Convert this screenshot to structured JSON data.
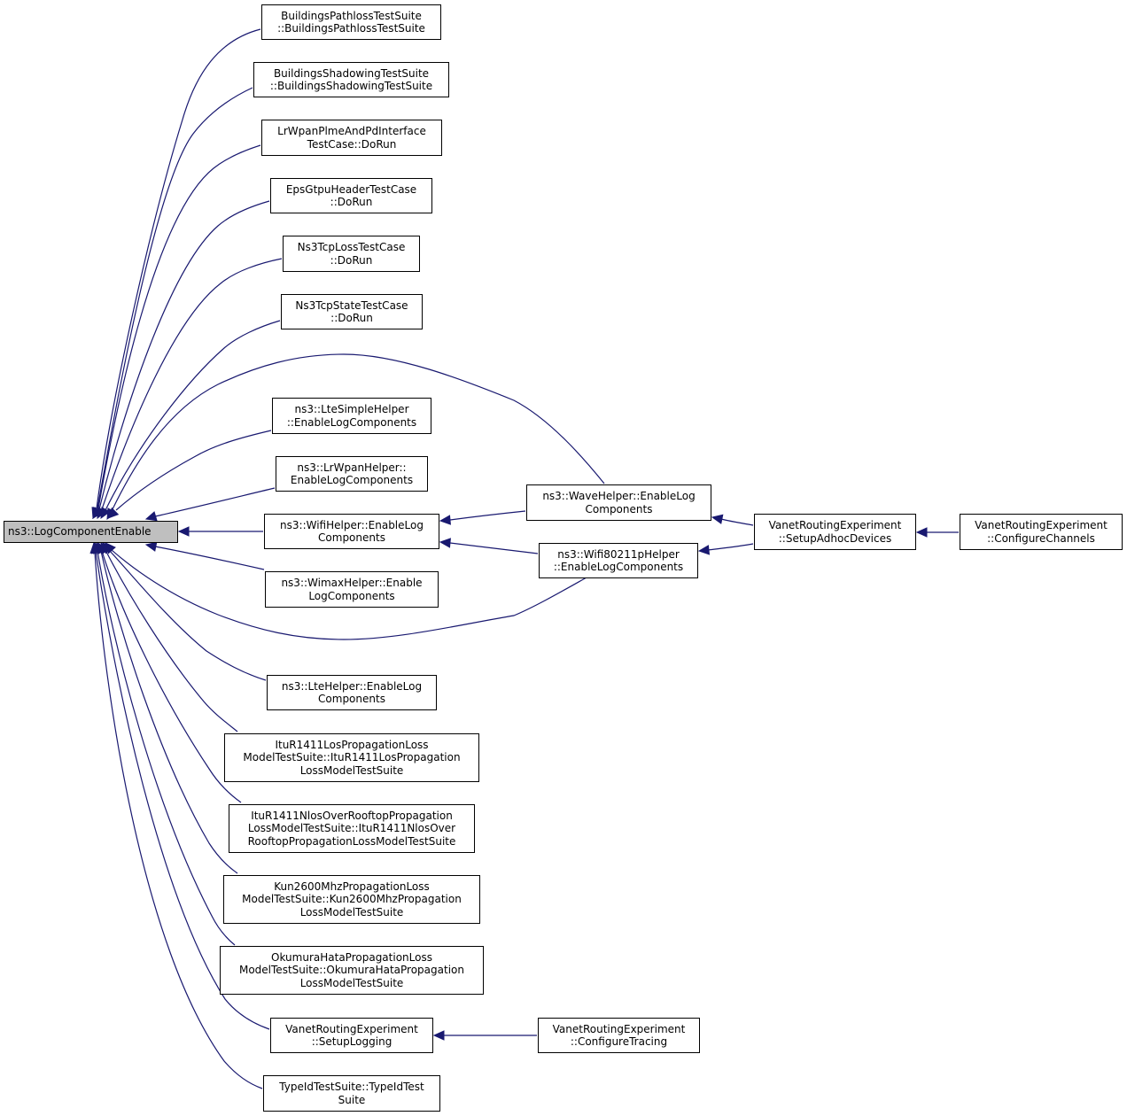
{
  "diagram": {
    "root": {
      "label": "ns3::LogComponentEnable"
    },
    "callers": [
      {
        "id": "buildings-pathloss",
        "lines": [
          "BuildingsPathlossTestSuite",
          "::BuildingsPathlossTestSuite"
        ]
      },
      {
        "id": "buildings-shadowing",
        "lines": [
          "BuildingsShadowingTestSuite",
          "::BuildingsShadowingTestSuite"
        ]
      },
      {
        "id": "lrwpan-plme",
        "lines": [
          "LrWpanPlmeAndPdInterface",
          "TestCase::DoRun"
        ]
      },
      {
        "id": "eps-gtpu",
        "lines": [
          "EpsGtpuHeaderTestCase",
          "::DoRun"
        ]
      },
      {
        "id": "tcp-loss",
        "lines": [
          "Ns3TcpLossTestCase",
          "::DoRun"
        ]
      },
      {
        "id": "tcp-state",
        "lines": [
          "Ns3TcpStateTestCase",
          "::DoRun"
        ]
      },
      {
        "id": "lte-simple-helper",
        "lines": [
          "ns3::LteSimpleHelper",
          "::EnableLogComponents"
        ]
      },
      {
        "id": "lrwpan-helper",
        "lines": [
          "ns3::LrWpanHelper::",
          "EnableLogComponents"
        ]
      },
      {
        "id": "wifi-helper",
        "lines": [
          "ns3::WifiHelper::EnableLog",
          "Components"
        ]
      },
      {
        "id": "wimax-helper",
        "lines": [
          "ns3::WimaxHelper::Enable",
          "LogComponents"
        ]
      },
      {
        "id": "lte-helper",
        "lines": [
          "ns3::LteHelper::EnableLog",
          "Components"
        ]
      },
      {
        "id": "itu-los",
        "lines": [
          "ItuR1411LosPropagationLoss",
          "ModelTestSuite::ItuR1411LosPropagation",
          "LossModelTestSuite"
        ]
      },
      {
        "id": "itu-nlos",
        "lines": [
          "ItuR1411NlosOverRooftopPropagation",
          "LossModelTestSuite::ItuR1411NlosOver",
          "RooftopPropagationLossModelTestSuite"
        ]
      },
      {
        "id": "kun2600",
        "lines": [
          "Kun2600MhzPropagationLoss",
          "ModelTestSuite::Kun2600MhzPropagation",
          "LossModelTestSuite"
        ]
      },
      {
        "id": "okumura",
        "lines": [
          "OkumuraHataPropagationLoss",
          "ModelTestSuite::OkumuraHataPropagation",
          "LossModelTestSuite"
        ]
      },
      {
        "id": "setup-logging",
        "lines": [
          "VanetRoutingExperiment",
          "::SetupLogging"
        ]
      },
      {
        "id": "typeid",
        "lines": [
          "TypeIdTestSuite::TypeIdTest",
          "Suite"
        ]
      },
      {
        "id": "wave-helper",
        "lines": [
          "ns3::WaveHelper::EnableLog",
          "Components"
        ]
      },
      {
        "id": "wifi80211p",
        "lines": [
          "ns3::Wifi80211pHelper",
          "::EnableLogComponents"
        ]
      },
      {
        "id": "setup-adhoc",
        "lines": [
          "VanetRoutingExperiment",
          "::SetupAdhocDevices"
        ]
      },
      {
        "id": "configure-channels",
        "lines": [
          "VanetRoutingExperiment",
          "::ConfigureChannels"
        ]
      },
      {
        "id": "configure-tracing",
        "lines": [
          "VanetRoutingExperiment",
          "::ConfigureTracing"
        ]
      }
    ],
    "edges": [
      {
        "from": "buildings-pathloss",
        "to": "root"
      },
      {
        "from": "buildings-shadowing",
        "to": "root"
      },
      {
        "from": "lrwpan-plme",
        "to": "root"
      },
      {
        "from": "eps-gtpu",
        "to": "root"
      },
      {
        "from": "tcp-loss",
        "to": "root"
      },
      {
        "from": "tcp-state",
        "to": "root"
      },
      {
        "from": "wave-helper",
        "to": "root"
      },
      {
        "from": "lte-simple-helper",
        "to": "root"
      },
      {
        "from": "lrwpan-helper",
        "to": "root"
      },
      {
        "from": "wifi-helper",
        "to": "root"
      },
      {
        "from": "wimax-helper",
        "to": "root"
      },
      {
        "from": "wifi80211p",
        "to": "root"
      },
      {
        "from": "lte-helper",
        "to": "root"
      },
      {
        "from": "itu-los",
        "to": "root"
      },
      {
        "from": "itu-nlos",
        "to": "root"
      },
      {
        "from": "kun2600",
        "to": "root"
      },
      {
        "from": "okumura",
        "to": "root"
      },
      {
        "from": "setup-logging",
        "to": "root"
      },
      {
        "from": "typeid",
        "to": "root"
      },
      {
        "from": "wave-helper",
        "to": "wifi-helper"
      },
      {
        "from": "wifi80211p",
        "to": "wifi-helper"
      },
      {
        "from": "setup-adhoc",
        "to": "wave-helper"
      },
      {
        "from": "setup-adhoc",
        "to": "wifi80211p"
      },
      {
        "from": "configure-channels",
        "to": "setup-adhoc"
      },
      {
        "from": "configure-tracing",
        "to": "setup-logging"
      }
    ]
  }
}
